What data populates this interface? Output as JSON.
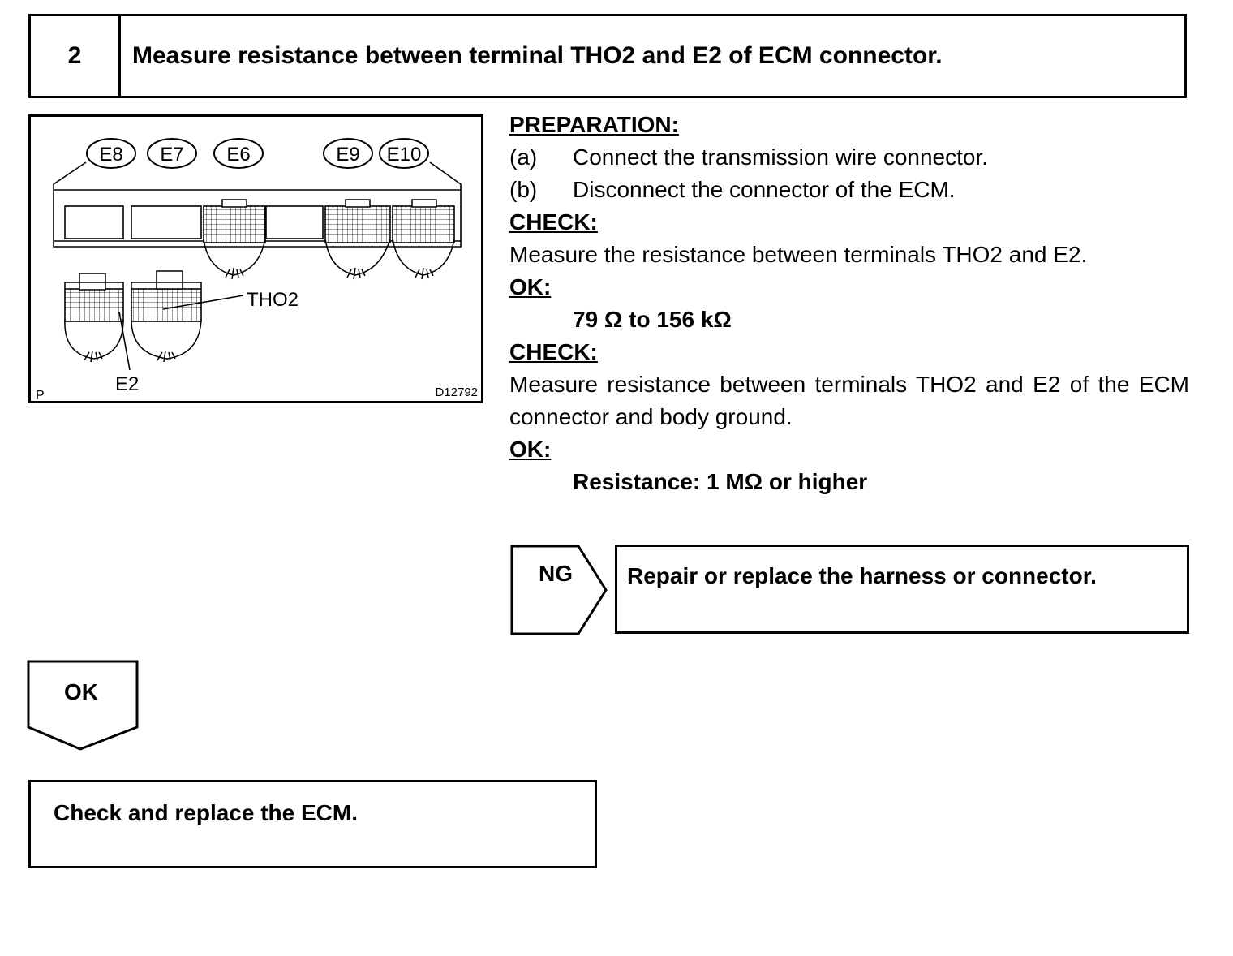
{
  "step": {
    "number": "2",
    "title": "Measure resistance between terminal THO2 and E2 of ECM connector."
  },
  "figure": {
    "connector_labels": [
      "E8",
      "E7",
      "E6",
      "E9",
      "E10"
    ],
    "terminal_tho2": "THO2",
    "terminal_e2": "E2",
    "corner_mark": "P",
    "code": "D12792"
  },
  "procedure": {
    "preparation_heading": "PREPARATION:",
    "prep_items": [
      {
        "label": "(a)",
        "text": "Connect the transmission wire connector."
      },
      {
        "label": "(b)",
        "text": "Disconnect the connector of the ECM."
      }
    ],
    "check1_heading": "CHECK:",
    "check1_text": "Measure the resistance between terminals THO2 and E2.",
    "ok1_heading": "OK:",
    "ok1_value": "79 Ω to 156 kΩ",
    "check2_heading": "CHECK:",
    "check2_text": "Measure resistance between terminals THO2 and E2 of the ECM connector and body ground.",
    "ok2_heading": "OK:",
    "ok2_value": "Resistance: 1 MΩ or higher"
  },
  "ng_branch": {
    "label": "NG",
    "action": "Repair or replace the harness or connector."
  },
  "ok_branch": {
    "label": "OK",
    "action": "Check and replace the ECM."
  }
}
